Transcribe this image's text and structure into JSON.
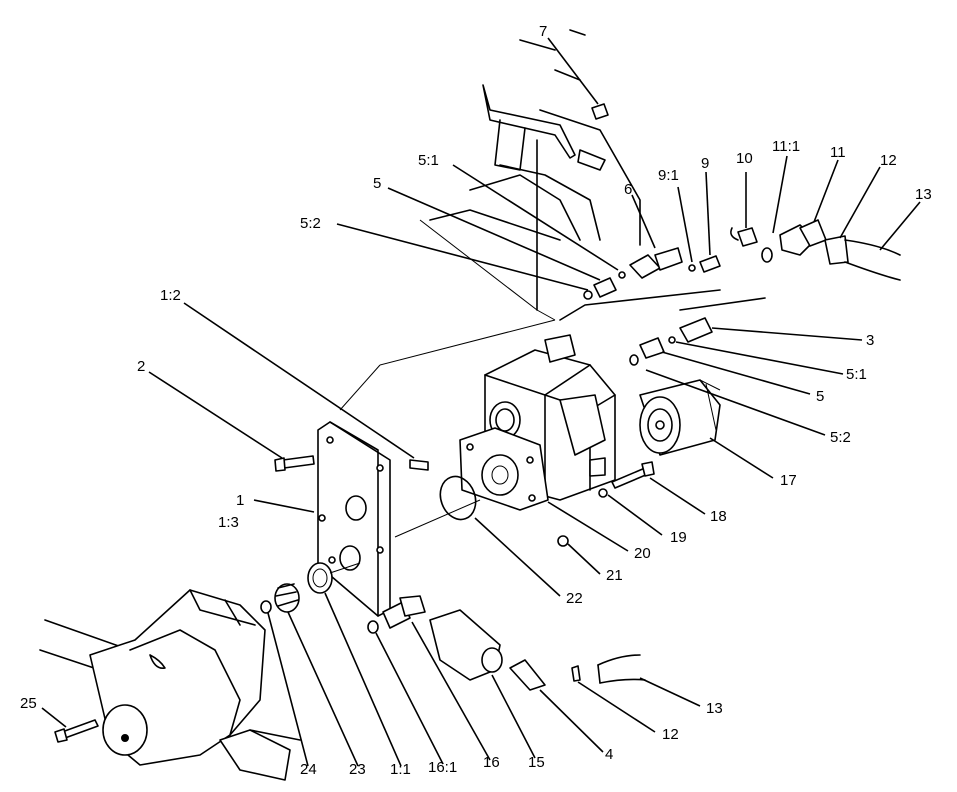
{
  "diagram": {
    "callouts": [
      {
        "id": "c7",
        "label": "7"
      },
      {
        "id": "c5-1-top",
        "label": "5:1"
      },
      {
        "id": "c5-top",
        "label": "5"
      },
      {
        "id": "c5-2-top",
        "label": "5:2"
      },
      {
        "id": "c6",
        "label": "6"
      },
      {
        "id": "c9-1",
        "label": "9:1"
      },
      {
        "id": "c9",
        "label": "9"
      },
      {
        "id": "c10",
        "label": "10"
      },
      {
        "id": "c11-1",
        "label": "11:1"
      },
      {
        "id": "c11",
        "label": "11"
      },
      {
        "id": "c12-top",
        "label": "12"
      },
      {
        "id": "c13-top",
        "label": "13"
      },
      {
        "id": "c1-2",
        "label": "1:2"
      },
      {
        "id": "c2",
        "label": "2"
      },
      {
        "id": "c1",
        "label": "1"
      },
      {
        "id": "c1-3",
        "label": "1:3"
      },
      {
        "id": "c3",
        "label": "3"
      },
      {
        "id": "c5-1-right",
        "label": "5:1"
      },
      {
        "id": "c5-right",
        "label": "5"
      },
      {
        "id": "c5-2-right",
        "label": "5:2"
      },
      {
        "id": "c17",
        "label": "17"
      },
      {
        "id": "c18",
        "label": "18"
      },
      {
        "id": "c19",
        "label": "19"
      },
      {
        "id": "c20",
        "label": "20"
      },
      {
        "id": "c21",
        "label": "21"
      },
      {
        "id": "c22",
        "label": "22"
      },
      {
        "id": "c13-bottom",
        "label": "13"
      },
      {
        "id": "c12-bottom",
        "label": "12"
      },
      {
        "id": "c4",
        "label": "4"
      },
      {
        "id": "c15",
        "label": "15"
      },
      {
        "id": "c16",
        "label": "16"
      },
      {
        "id": "c16-1",
        "label": "16:1"
      },
      {
        "id": "c1-1",
        "label": "1:1"
      },
      {
        "id": "c23",
        "label": "23"
      },
      {
        "id": "c24",
        "label": "24"
      },
      {
        "id": "c25",
        "label": "25"
      }
    ]
  }
}
